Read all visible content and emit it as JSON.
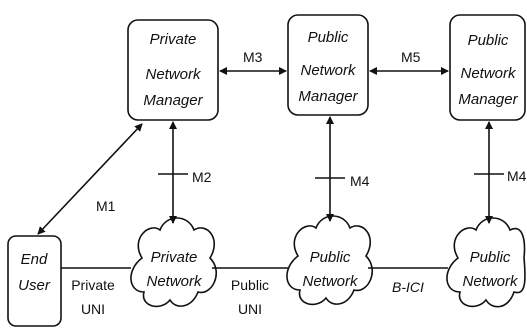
{
  "nodes": {
    "private_manager": [
      "Private",
      "Network",
      "Manager"
    ],
    "public_manager_1": [
      "Public",
      "Network",
      "Manager"
    ],
    "public_manager_2": [
      "Public",
      "Network",
      "Manager"
    ],
    "end_user": [
      "End",
      "User"
    ],
    "private_network": [
      "Private",
      "Network"
    ],
    "public_network_1": [
      "Public",
      "Network"
    ],
    "public_network_2": [
      "Public",
      "Network"
    ]
  },
  "interfaces": {
    "m1": "M1",
    "m2": "M2",
    "m3": "M3",
    "m4_left": "M4",
    "m4_right": "M4",
    "m5": "M5",
    "private_uni": [
      "Private",
      "UNI"
    ],
    "public_uni": [
      "Public",
      "UNI"
    ],
    "bici": "B-ICI"
  }
}
